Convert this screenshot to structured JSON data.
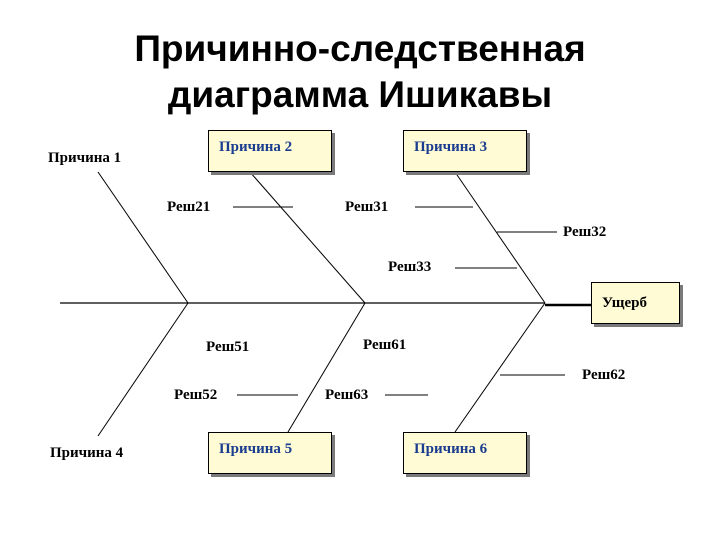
{
  "title": {
    "line1": "Причинно-следственная",
    "line2": "диаграмма Ишикавы"
  },
  "effect": "Ущерб",
  "causes": {
    "c1": "Причина 1",
    "c2": "Причина 2",
    "c3": "Причина 3",
    "c4": "Причина 4",
    "c5": "Причина 5",
    "c6": "Причина 6"
  },
  "solutions": {
    "r21": "Реш21",
    "r31": "Реш31",
    "r32": "Реш32",
    "r33": "Реш33",
    "r51": "Реш51",
    "r52": "Реш52",
    "r61": "Реш61",
    "r62": "Реш62",
    "r63": "Реш63"
  },
  "colors": {
    "box_fill": "#fffbd4",
    "cause_text": "#1a3d8f",
    "line": "#000000"
  }
}
